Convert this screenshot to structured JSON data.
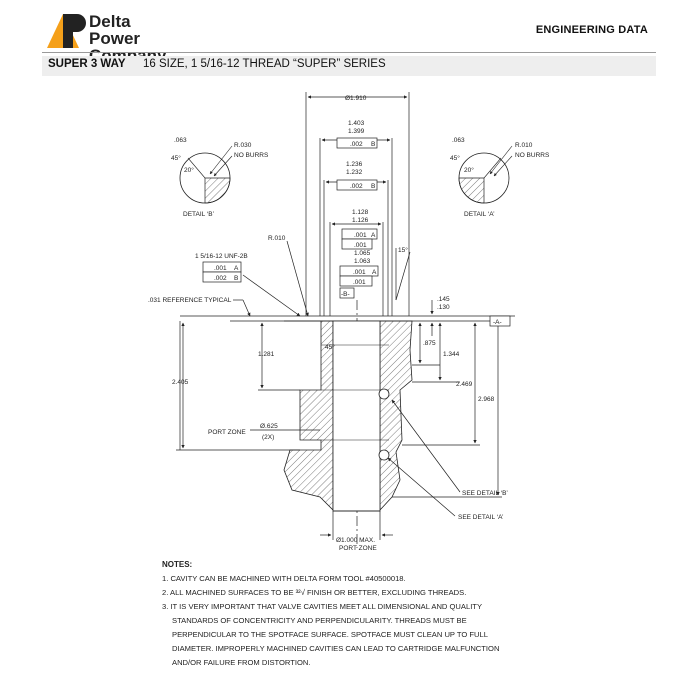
{
  "header": {
    "logo_line1": "Delta Power",
    "logo_line2": "Company",
    "section_title": "ENGINEERING DATA",
    "colors": {
      "brand_orange": "#f5a01a",
      "brand_dark": "#222222"
    }
  },
  "series": {
    "name": "SUPER 3 WAY",
    "description": "16 SIZE, 1 5/16-12 THREAD “SUPER” SERIES"
  },
  "diagram": {
    "dim_top": "Ø1.910",
    "dia_1403": "1.403",
    "dia_1399": "1.399",
    "fcf_1_tol": ".002",
    "fcf_1_datum": "B",
    "dia_1236": "1.236",
    "dia_1232": "1.232",
    "fcf_2_tol": ".002",
    "fcf_2_datum": "B",
    "dia_1128": "1.128",
    "dia_1126": "1.126",
    "fcf_3a_tol": ".001",
    "fcf_3a_datum": "A",
    "fcf_3b_tol": ".001",
    "dia_1065": "1.065",
    "dia_1063": "1.063",
    "fcf_4a_tol": ".001",
    "fcf_4a_datum": "A",
    "fcf_4b_tol": ".001",
    "datum_b": "-B-",
    "datum_a": "-A-",
    "angle_15": "15°",
    "r010": "R.010",
    "thread_label": "1 5/16-12 UNF-2B",
    "thread_fcf_a_tol": ".001",
    "thread_fcf_a_datum": "A",
    "thread_fcf_b_tol": ".002",
    "thread_fcf_b_datum": "B",
    "ref_typical": ".031 REFERENCE TYPICAL",
    "dim_145": ".145",
    "dim_130": ".130",
    "dim_875": ".875",
    "dim_1344": "1.344",
    "dim_1281": "1.281",
    "angle_45": "45°",
    "dim_2405": "2.405",
    "dim_2469": "2.469",
    "dim_2968": "2.968",
    "port_zone": "PORT ZONE",
    "dia_625": "Ø.625",
    "qty_2x": "(2X)",
    "see_b": "SEE DETAIL ‘B’",
    "see_a": "SEE DETAIL ‘A’",
    "dia_1000": "Ø1.000 MAX.",
    "port_zone_bottom": "PORT ZONE",
    "detail_b": {
      "title": "DETAIL ‘B’",
      "dim_063": ".063",
      "radius": "R.030",
      "no_burrs": "NO BURRS",
      "angle_45": "45°",
      "angle_20": "20°"
    },
    "detail_a": {
      "title": "DETAIL ‘A’",
      "dim_063": ".063",
      "radius": "R.010",
      "no_burrs": "NO BURRS",
      "angle_45": "45°",
      "angle_20": "20°"
    }
  },
  "notes": {
    "title": "NOTES:",
    "items": [
      "1. CAVITY CAN BE MACHINED WITH DELTA FORM TOOL #40500018.",
      "2. ALL MACHINED SURFACES TO BE ³²√ FINISH OR BETTER, EXCLUDING THREADS.",
      "3. IT IS VERY IMPORTANT THAT VALVE CAVITIES MEET ALL DIMENSIONAL AND QUALITY",
      "STANDARDS OF CONCENTRICITY AND PERPENDICULARITY. THREADS MUST BE",
      "PERPENDICULAR TO THE SPOTFACE SURFACE. SPOTFACE MUST CLEAN UP TO FULL",
      "DIAMETER. IMPROPERLY MACHINED CAVITIES CAN LEAD TO CARTRIDGE MALFUNCTION",
      "AND/OR FAILURE FROM DISTORTION."
    ]
  }
}
